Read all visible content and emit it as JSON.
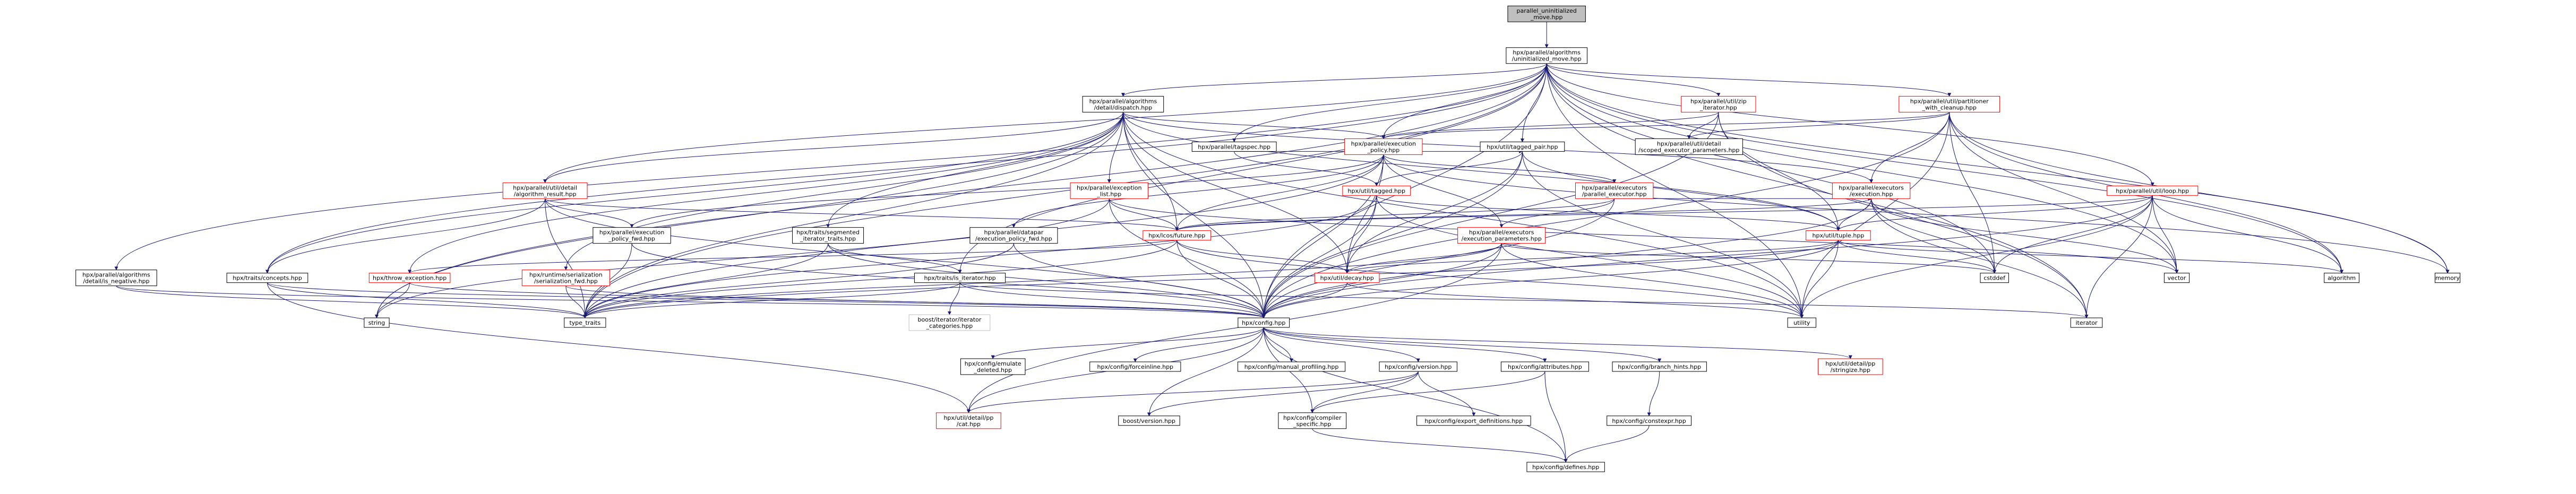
{
  "diagram": {
    "colors": {
      "edge": "#191970",
      "root_fill": "#bfbfbf",
      "missing_doc_border": "#ff0000",
      "external_border": "#bfbfbf"
    },
    "nodes": [
      {
        "id": "root",
        "kind": "root",
        "lines": [
          "parallel_uninitialized",
          "_move.hpp"
        ]
      },
      {
        "id": "alg_uninit",
        "kind": "normal",
        "lines": [
          "hpx/parallel/algorithms",
          "/uninitialized_move.hpp"
        ]
      },
      {
        "id": "alg_dispatch",
        "kind": "normal",
        "lines": [
          "hpx/parallel/algorithms",
          "/detail/dispatch.hpp"
        ]
      },
      {
        "id": "util_zip",
        "kind": "red",
        "lines": [
          "hpx/parallel/util/zip",
          "_iterator.hpp"
        ]
      },
      {
        "id": "partitioner",
        "kind": "red",
        "lines": [
          "hpx/parallel/util/partitioner",
          "_with_cleanup.hpp"
        ]
      },
      {
        "id": "tagspec",
        "kind": "normal",
        "lines": [
          "hpx/parallel/tagspec.hpp"
        ]
      },
      {
        "id": "exec_policy",
        "kind": "red",
        "lines": [
          "hpx/parallel/execution",
          "_policy.hpp"
        ]
      },
      {
        "id": "tagged_pair",
        "kind": "normal",
        "lines": [
          "hpx/util/tagged_pair.hpp"
        ]
      },
      {
        "id": "scoped_exec",
        "kind": "normal",
        "lines": [
          "hpx/parallel/util/detail",
          "/scoped_executor_parameters.hpp"
        ]
      },
      {
        "id": "tagged",
        "kind": "red",
        "lines": [
          "hpx/util/tagged.hpp"
        ]
      },
      {
        "id": "exception_list",
        "kind": "red",
        "lines": [
          "hpx/parallel/exception",
          "_list.hpp"
        ]
      },
      {
        "id": "par_executor",
        "kind": "red",
        "lines": [
          "hpx/parallel/executors",
          "/parallel_executor.hpp"
        ]
      },
      {
        "id": "exec_hpp",
        "kind": "red",
        "lines": [
          "hpx/parallel/executors",
          "/execution.hpp"
        ]
      },
      {
        "id": "util_loop",
        "kind": "red",
        "lines": [
          "hpx/parallel/util/loop.hpp"
        ]
      },
      {
        "id": "alg_result",
        "kind": "red",
        "lines": [
          "hpx/parallel/util/detail",
          "/algorithm_result.hpp"
        ]
      },
      {
        "id": "exec_fwd",
        "kind": "normal",
        "lines": [
          "hpx/parallel/execution",
          "_policy_fwd.hpp"
        ]
      },
      {
        "id": "seg_traits",
        "kind": "normal",
        "lines": [
          "hpx/traits/segmented",
          "_iterator_traits.hpp"
        ]
      },
      {
        "id": "datapar",
        "kind": "normal",
        "lines": [
          "hpx/parallel/datapar",
          "/execution_policy_fwd.hpp"
        ]
      },
      {
        "id": "future",
        "kind": "red",
        "lines": [
          "hpx/lcos/future.hpp"
        ]
      },
      {
        "id": "exec_params",
        "kind": "red",
        "lines": [
          "hpx/parallel/executors",
          "/execution_parameters.hpp"
        ]
      },
      {
        "id": "tuple",
        "kind": "red",
        "lines": [
          "hpx/util/tuple.hpp"
        ]
      },
      {
        "id": "negative",
        "kind": "normal",
        "lines": [
          "hpx/parallel/algorithms",
          "/detail/is_negative.hpp"
        ]
      },
      {
        "id": "concepts",
        "kind": "normal",
        "lines": [
          "hpx/traits/concepts.hpp"
        ]
      },
      {
        "id": "throw_exc",
        "kind": "red",
        "lines": [
          "hpx/throw_exception.hpp"
        ]
      },
      {
        "id": "serialization",
        "kind": "red",
        "lines": [
          "hpx/runtime/serialization",
          "/serialization_fwd.hpp"
        ]
      },
      {
        "id": "is_iterator",
        "kind": "normal",
        "lines": [
          "hpx/traits/is_iterator.hpp"
        ]
      },
      {
        "id": "decay",
        "kind": "red",
        "lines": [
          "hpx/util/decay.hpp"
        ]
      },
      {
        "id": "cstddef",
        "kind": "normal",
        "lines": [
          "cstddef"
        ]
      },
      {
        "id": "vector",
        "kind": "normal",
        "lines": [
          "vector"
        ]
      },
      {
        "id": "algorithm",
        "kind": "normal",
        "lines": [
          "algorithm"
        ]
      },
      {
        "id": "memory",
        "kind": "normal",
        "lines": [
          "memory"
        ]
      },
      {
        "id": "string",
        "kind": "normal",
        "lines": [
          "string"
        ]
      },
      {
        "id": "type_traits",
        "kind": "normal",
        "lines": [
          "type_traits"
        ]
      },
      {
        "id": "boost_iter",
        "kind": "grey",
        "lines": [
          "boost/iterator/iterator",
          "_categories.hpp"
        ]
      },
      {
        "id": "config",
        "kind": "normal",
        "lines": [
          "hpx/config.hpp"
        ]
      },
      {
        "id": "utility",
        "kind": "normal",
        "lines": [
          "utility"
        ]
      },
      {
        "id": "iterator",
        "kind": "normal",
        "lines": [
          "iterator"
        ]
      },
      {
        "id": "cfg_emulate",
        "kind": "normal",
        "lines": [
          "hpx/config/emulate",
          "_deleted.hpp"
        ]
      },
      {
        "id": "cfg_forceinline",
        "kind": "normal",
        "lines": [
          "hpx/config/forceinline.hpp"
        ]
      },
      {
        "id": "cfg_manual",
        "kind": "normal",
        "lines": [
          "hpx/config/manual_profiling.hpp"
        ]
      },
      {
        "id": "cfg_version",
        "kind": "normal",
        "lines": [
          "hpx/config/version.hpp"
        ]
      },
      {
        "id": "cfg_attributes",
        "kind": "normal",
        "lines": [
          "hpx/config/attributes.hpp"
        ]
      },
      {
        "id": "cfg_branch",
        "kind": "normal",
        "lines": [
          "hpx/config/branch_hints.hpp"
        ]
      },
      {
        "id": "stringize",
        "kind": "red",
        "lines": [
          "hpx/util/detail/pp",
          "/stringize.hpp"
        ]
      },
      {
        "id": "cat",
        "kind": "red",
        "lines": [
          "hpx/util/detail/pp",
          "/cat.hpp"
        ]
      },
      {
        "id": "boost_version",
        "kind": "normal",
        "lines": [
          "boost/version.hpp"
        ]
      },
      {
        "id": "cfg_compiler",
        "kind": "normal",
        "lines": [
          "hpx/config/compiler",
          "_specific.hpp"
        ]
      },
      {
        "id": "cfg_export",
        "kind": "normal",
        "lines": [
          "hpx/config/export_definitions.hpp"
        ]
      },
      {
        "id": "cfg_constexpr",
        "kind": "normal",
        "lines": [
          "hpx/config/constexpr.hpp"
        ]
      },
      {
        "id": "cfg_defines",
        "kind": "normal",
        "lines": [
          "hpx/config/defines.hpp"
        ]
      }
    ],
    "edges": [
      [
        "root",
        "alg_uninit"
      ],
      [
        "alg_uninit",
        "alg_dispatch"
      ],
      [
        "alg_uninit",
        "util_zip"
      ],
      [
        "alg_uninit",
        "partitioner"
      ],
      [
        "alg_uninit",
        "tagspec"
      ],
      [
        "alg_uninit",
        "exec_policy"
      ],
      [
        "alg_uninit",
        "tagged_pair"
      ],
      [
        "alg_uninit",
        "util_loop"
      ],
      [
        "alg_uninit",
        "alg_result"
      ],
      [
        "alg_uninit",
        "negative"
      ],
      [
        "alg_uninit",
        "concepts"
      ],
      [
        "alg_uninit",
        "is_iterator"
      ],
      [
        "alg_uninit",
        "config"
      ],
      [
        "alg_uninit",
        "cstddef"
      ],
      [
        "alg_uninit",
        "vector"
      ],
      [
        "alg_uninit",
        "algorithm"
      ],
      [
        "alg_uninit",
        "memory"
      ],
      [
        "alg_uninit",
        "iterator"
      ],
      [
        "alg_uninit",
        "type_traits"
      ],
      [
        "alg_uninit",
        "utility"
      ],
      [
        "alg_uninit",
        "string"
      ],
      [
        "alg_dispatch",
        "exec_policy"
      ],
      [
        "alg_dispatch",
        "exception_list"
      ],
      [
        "alg_dispatch",
        "alg_result"
      ],
      [
        "alg_dispatch",
        "seg_traits"
      ],
      [
        "alg_dispatch",
        "future"
      ],
      [
        "alg_dispatch",
        "tuple"
      ],
      [
        "alg_dispatch",
        "throw_exc"
      ],
      [
        "alg_dispatch",
        "serialization"
      ],
      [
        "alg_dispatch",
        "decay"
      ],
      [
        "alg_dispatch",
        "config"
      ],
      [
        "alg_dispatch",
        "string"
      ],
      [
        "alg_dispatch",
        "type_traits"
      ],
      [
        "alg_dispatch",
        "utility"
      ],
      [
        "alg_dispatch",
        "exec_hpp"
      ],
      [
        "alg_dispatch",
        "concepts"
      ],
      [
        "util_zip",
        "exec_policy"
      ],
      [
        "util_zip",
        "scoped_exec"
      ],
      [
        "util_zip",
        "tuple"
      ],
      [
        "util_zip",
        "config"
      ],
      [
        "util_zip",
        "iterator"
      ],
      [
        "partitioner",
        "exec_policy"
      ],
      [
        "partitioner",
        "scoped_exec"
      ],
      [
        "partitioner",
        "exec_hpp"
      ],
      [
        "partitioner",
        "config"
      ],
      [
        "partitioner",
        "memory"
      ],
      [
        "partitioner",
        "algorithm"
      ],
      [
        "partitioner",
        "vector"
      ],
      [
        "partitioner",
        "cstddef"
      ],
      [
        "partitioner",
        "utility"
      ],
      [
        "tagspec",
        "tagged"
      ],
      [
        "tagspec",
        "tagged_pair"
      ],
      [
        "exec_policy",
        "exec_fwd"
      ],
      [
        "exec_policy",
        "par_executor"
      ],
      [
        "exec_policy",
        "exec_params"
      ],
      [
        "exec_policy",
        "future"
      ],
      [
        "exec_policy",
        "datapar"
      ],
      [
        "exec_policy",
        "decay"
      ],
      [
        "exec_policy",
        "config"
      ],
      [
        "exec_policy",
        "memory"
      ],
      [
        "exec_policy",
        "type_traits"
      ],
      [
        "tagged_pair",
        "tagged"
      ],
      [
        "tagged_pair",
        "tuple"
      ],
      [
        "tagged_pair",
        "decay"
      ],
      [
        "tagged_pair",
        "config"
      ],
      [
        "tagged_pair",
        "utility"
      ],
      [
        "tagged",
        "tuple"
      ],
      [
        "tagged",
        "decay"
      ],
      [
        "tagged",
        "config"
      ],
      [
        "tagged",
        "type_traits"
      ],
      [
        "tagged",
        "utility"
      ],
      [
        "exception_list",
        "future"
      ],
      [
        "exception_list",
        "config"
      ],
      [
        "exception_list",
        "vector"
      ],
      [
        "exception_list",
        "string"
      ],
      [
        "par_executor",
        "exec_hpp"
      ],
      [
        "par_executor",
        "exec_params"
      ],
      [
        "par_executor",
        "future"
      ],
      [
        "par_executor",
        "config"
      ],
      [
        "exec_hpp",
        "future"
      ],
      [
        "exec_hpp",
        "tuple"
      ],
      [
        "exec_hpp",
        "config"
      ],
      [
        "exec_hpp",
        "cstddef"
      ],
      [
        "exec_hpp",
        "vector"
      ],
      [
        "exec_hpp",
        "iterator"
      ],
      [
        "util_loop",
        "future"
      ],
      [
        "util_loop",
        "tuple"
      ],
      [
        "util_loop",
        "config"
      ],
      [
        "util_loop",
        "algorithm"
      ],
      [
        "util_loop",
        "cstddef"
      ],
      [
        "util_loop",
        "iterator"
      ],
      [
        "util_loop",
        "vector"
      ],
      [
        "util_loop",
        "utility"
      ],
      [
        "alg_result",
        "exec_fwd"
      ],
      [
        "alg_result",
        "future"
      ],
      [
        "alg_result",
        "concepts"
      ],
      [
        "alg_result",
        "config"
      ],
      [
        "alg_result",
        "type_traits"
      ],
      [
        "exec_fwd",
        "config"
      ],
      [
        "exec_fwd",
        "type_traits"
      ],
      [
        "seg_traits",
        "is_iterator"
      ],
      [
        "seg_traits",
        "config"
      ],
      [
        "seg_traits",
        "type_traits"
      ],
      [
        "datapar",
        "config"
      ],
      [
        "datapar",
        "type_traits"
      ],
      [
        "future",
        "decay"
      ],
      [
        "future",
        "config"
      ],
      [
        "future",
        "throw_exc"
      ],
      [
        "future",
        "type_traits"
      ],
      [
        "future",
        "utility"
      ],
      [
        "exec_params",
        "decay"
      ],
      [
        "exec_params",
        "config"
      ],
      [
        "exec_params",
        "cstddef"
      ],
      [
        "exec_params",
        "type_traits"
      ],
      [
        "exec_params",
        "utility"
      ],
      [
        "exec_params",
        "cat"
      ],
      [
        "tuple",
        "decay"
      ],
      [
        "tuple",
        "config"
      ],
      [
        "tuple",
        "cstddef"
      ],
      [
        "tuple",
        "algorithm"
      ],
      [
        "tuple",
        "utility"
      ],
      [
        "tuple",
        "type_traits"
      ],
      [
        "negative",
        "config"
      ],
      [
        "negative",
        "type_traits"
      ],
      [
        "concepts",
        "config"
      ],
      [
        "concepts",
        "type_traits"
      ],
      [
        "concepts",
        "cat"
      ],
      [
        "throw_exc",
        "config"
      ],
      [
        "throw_exc",
        "string"
      ],
      [
        "serialization",
        "config"
      ],
      [
        "serialization",
        "type_traits"
      ],
      [
        "is_iterator",
        "config"
      ],
      [
        "is_iterator",
        "boost_iter"
      ],
      [
        "is_iterator",
        "type_traits"
      ],
      [
        "is_iterator",
        "iterator"
      ],
      [
        "decay",
        "config"
      ],
      [
        "decay",
        "utility"
      ],
      [
        "config",
        "cfg_emulate"
      ],
      [
        "config",
        "cfg_forceinline"
      ],
      [
        "config",
        "cfg_manual"
      ],
      [
        "config",
        "cfg_version"
      ],
      [
        "config",
        "cfg_attributes"
      ],
      [
        "config",
        "cfg_branch"
      ],
      [
        "config",
        "stringize"
      ],
      [
        "config",
        "cat"
      ],
      [
        "config",
        "boost_version"
      ],
      [
        "config",
        "cfg_compiler"
      ],
      [
        "config",
        "cfg_defines"
      ],
      [
        "cfg_version",
        "cfg_export"
      ],
      [
        "cfg_version",
        "boost_version"
      ],
      [
        "cfg_version",
        "cat"
      ],
      [
        "cfg_version",
        "cfg_compiler"
      ],
      [
        "cfg_attributes",
        "cfg_defines"
      ],
      [
        "cfg_attributes",
        "cfg_compiler"
      ],
      [
        "cfg_constexpr",
        "cfg_defines"
      ],
      [
        "cfg_branch",
        "cfg_constexpr"
      ],
      [
        "cfg_compiler",
        "cfg_defines"
      ]
    ]
  }
}
